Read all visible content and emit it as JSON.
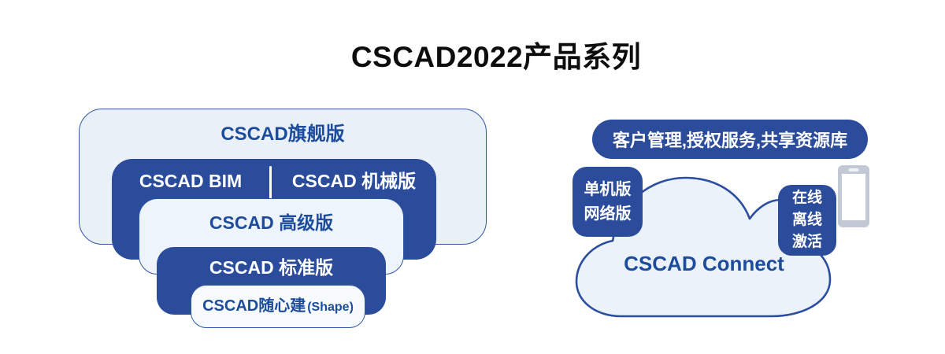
{
  "title": "CSCAD2022产品系列",
  "stack": {
    "levels": [
      {
        "id": "flagship",
        "label": "CSCAD旗舰版"
      },
      {
        "id": "bim-mech",
        "left_label": "CSCAD BIM",
        "right_label": "CSCAD 机械版"
      },
      {
        "id": "advanced",
        "label": "CSCAD 高级版"
      },
      {
        "id": "standard",
        "label": "CSCAD 标准版"
      },
      {
        "id": "shape",
        "label": "CSCAD随心建",
        "suffix": "(Shape)"
      }
    ]
  },
  "connect": {
    "banner": "客户管理,授权服务,共享资源库",
    "cloud_label": "CSCAD Connect",
    "edition_tag": {
      "line1": "单机版",
      "line2": "网络版"
    },
    "activation_tag": {
      "line1": "在线",
      "line2": "离线",
      "line3": "激活"
    },
    "icons": {
      "cloud": "cloud-icon",
      "phone": "smartphone-icon"
    }
  },
  "colors": {
    "brand_dark_blue": "#2B4C9B",
    "light_blue_fill": "#E9F0F8",
    "lighter_blue_fill": "#EEF4FB",
    "near_white_fill": "#F6FAFD",
    "border_blue": "#3058A6",
    "text_blue": "#1D4C9C",
    "cloud_fill": "#EBF2F9",
    "cloud_stroke": "#2B4EA0",
    "phone_gray": "#C3C9D4",
    "title_color": "#0D0D0D"
  }
}
